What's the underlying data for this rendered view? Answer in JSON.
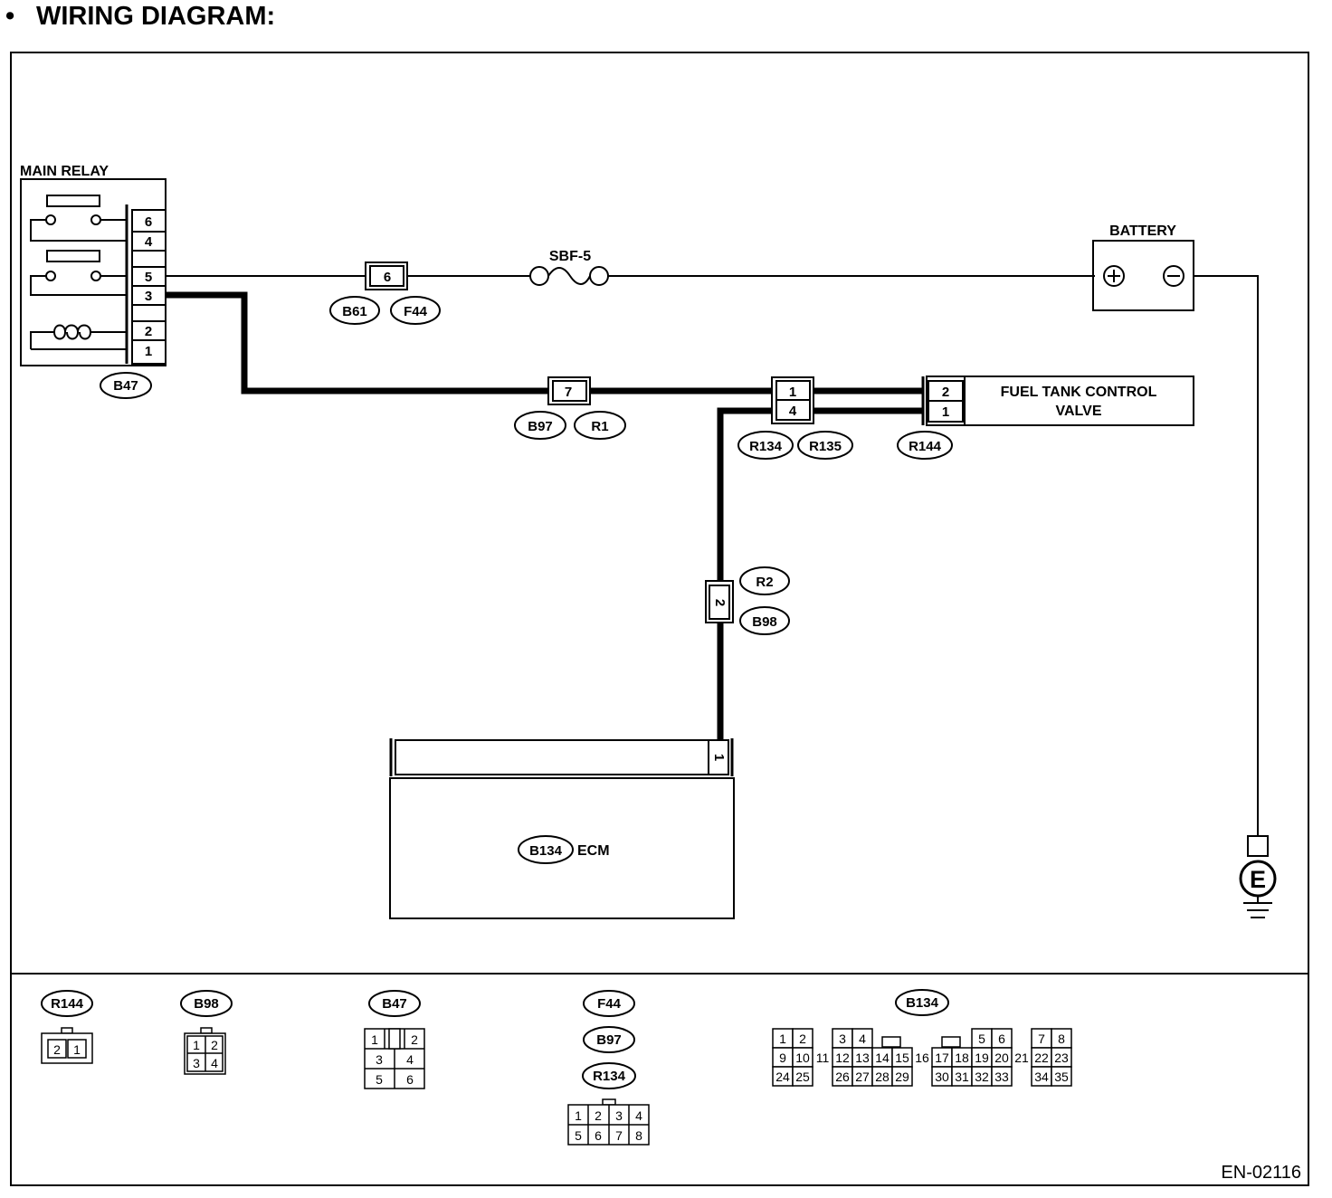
{
  "title": "WIRING DIAGRAM:",
  "bullet": "•",
  "diagram_code": "EN-02116",
  "main_relay": {
    "label": "MAIN RELAY",
    "connector": "B47",
    "terminals": [
      "6",
      "4",
      "5",
      "3",
      "2",
      "1"
    ]
  },
  "battery": {
    "label": "BATTERY",
    "plus": "+",
    "minus": "−"
  },
  "fuse": {
    "label": "SBF-5"
  },
  "junction_b61_f44": {
    "terminal": "6",
    "connectors": [
      "B61",
      "F44"
    ]
  },
  "junction_b97_r1": {
    "terminal": "7",
    "connectors": [
      "B97",
      "R1"
    ]
  },
  "junction_r134_r135": {
    "terminals": [
      "1",
      "4"
    ],
    "connectors": [
      "R134",
      "R135"
    ]
  },
  "fuel_tank_control_valve": {
    "label_line1": "FUEL TANK CONTROL",
    "label_line2": "VALVE",
    "connector": "R144",
    "terminals": [
      "2",
      "1"
    ]
  },
  "junction_r2_b98": {
    "terminal": "2",
    "connectors": [
      "R2",
      "B98"
    ]
  },
  "ecm": {
    "connector": "B134",
    "label": "ECM",
    "terminal": "1"
  },
  "ground": {
    "label": "E"
  },
  "connector_legend": {
    "r144": {
      "name": "R144",
      "pins": [
        "2",
        "1"
      ]
    },
    "b98": {
      "name": "B98",
      "pins": [
        "1",
        "2",
        "3",
        "4"
      ]
    },
    "b47": {
      "name": "B47",
      "pins": [
        "1",
        "2",
        "3",
        "4",
        "5",
        "6"
      ]
    },
    "f44_group": {
      "names": [
        "F44",
        "B97",
        "R134"
      ],
      "pins": [
        "1",
        "2",
        "3",
        "4",
        "5",
        "6",
        "7",
        "8"
      ]
    },
    "b134": {
      "name": "B134",
      "row1": [
        "1",
        "2",
        "3",
        "4",
        "5",
        "6",
        "7",
        "8"
      ],
      "row2": [
        "9",
        "10",
        "11",
        "12",
        "13",
        "14",
        "15",
        "16",
        "17",
        "18",
        "19",
        "20",
        "21",
        "22",
        "23"
      ],
      "row3": [
        "24",
        "25",
        "26",
        "27",
        "28",
        "29",
        "30",
        "31",
        "32",
        "33",
        "34",
        "35"
      ]
    }
  }
}
